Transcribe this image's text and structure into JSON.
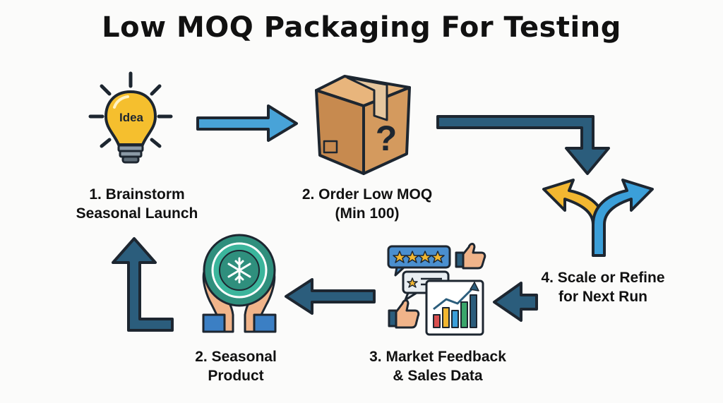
{
  "title": "Low MOQ Packaging  For Testing",
  "steps": [
    {
      "line1": "1. Brainstorm",
      "line2": "Seasonal Launch",
      "icon": "lightbulb-icon",
      "icon_text": "Idea"
    },
    {
      "line1": "2. Order Low MOQ",
      "line2": "(Min 100)",
      "icon": "box-icon",
      "icon_text": "?"
    },
    {
      "line1": "4. Scale or Refine",
      "line2": "for Next Run",
      "icon": "split-arrow-icon"
    },
    {
      "line1": "3. Market Feedback",
      "line2": "& Sales Data",
      "icon": "feedback-chart-icon"
    },
    {
      "line1": "2. Seasonal",
      "line2": "Product",
      "icon": "hands-product-icon"
    }
  ],
  "colors": {
    "arrow": "#2b5d7c",
    "arrow_light": "#48a3d8",
    "bulb": "#f5bf2e",
    "box": "#d49a5e",
    "fork_yellow": "#f2b731",
    "fork_blue": "#3b9fd9",
    "seal": "#2f8f7d"
  }
}
